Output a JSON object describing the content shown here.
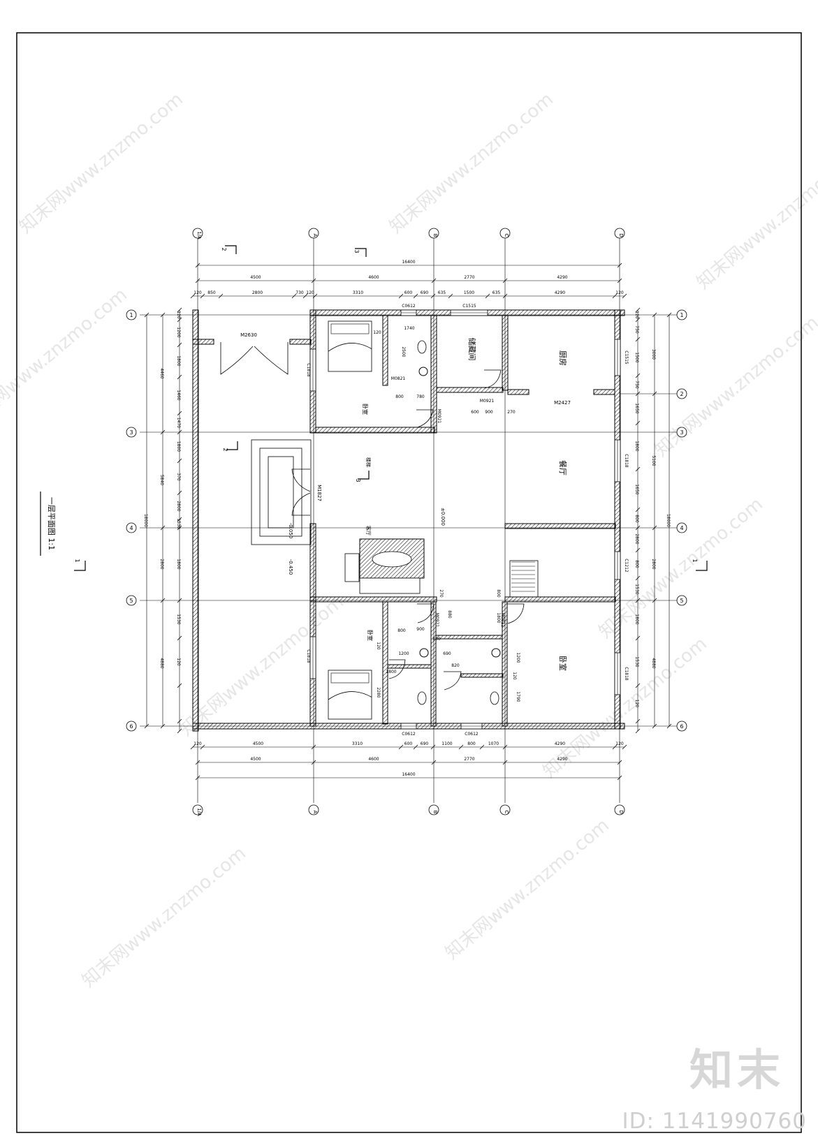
{
  "drawing": {
    "title": "一层平面图 1:1",
    "section_marks": [
      "1",
      "1",
      "2",
      "2",
      "3",
      "3"
    ],
    "axes_top": [
      "1/A",
      "A",
      "B",
      "C",
      "D"
    ],
    "axes_side": [
      "1",
      "3",
      "4",
      "5",
      "6",
      "2"
    ],
    "rooms": {
      "bedroom_top": "卧室",
      "bedroom_bottom": "卧室",
      "storage": "储藏间",
      "kitchen": "厨房",
      "dining": "餐厅",
      "bedroom_right": "卧室",
      "living": "客厅",
      "stair": "楼梯"
    },
    "doors": {
      "m2630": "M2630",
      "m1827": "M1827",
      "m0921_a": "M0921",
      "m0921_b": "M0921",
      "m0921_c": "M0921",
      "m0821_a": "M0821",
      "m0821_b": "M0821",
      "m2427": "M2427"
    },
    "windows": {
      "c0612_top": "C0612",
      "c1515": "C1515",
      "c1818_a": "C1818",
      "c1818_b": "C1818",
      "c1818_c": "C1818",
      "c1515_right": "C1515",
      "c1818_right": "C1818",
      "c1212": "C1212",
      "c0612_bot_a": "C0612",
      "c0612_bot_b": "C0612"
    },
    "levels": {
      "floor": "±0.000",
      "porch": "-0.050",
      "outside": "-0.450"
    },
    "dims_top_total": "16400",
    "dims_top_axes": [
      "4500",
      "4600",
      "2770",
      "4290"
    ],
    "dims_top_detail": [
      "120",
      "850",
      "2800",
      "730",
      "120",
      "3310",
      "600",
      "690",
      "635",
      "1500",
      "635",
      "4290",
      "120"
    ],
    "dims_bottom_detail": [
      "120",
      "4500",
      "3310",
      "600",
      "690",
      "1100",
      "800",
      "1070",
      "4290",
      "120"
    ],
    "dims_bottom_axes": [
      "4500",
      "4600",
      "2770",
      "4290"
    ],
    "dims_bottom_total": "16400",
    "dims_left_total": "18000",
    "dims_left_axes": [
      "4460",
      "5840",
      "2800",
      "4880"
    ],
    "dims_left_detail": [
      "120",
      "1200",
      "1800",
      "1460",
      "1470",
      "1800",
      "370",
      "2800",
      "1530",
      "1800",
      "1530",
      "120"
    ],
    "dims_right_total": "18000",
    "dims_right_axes": [
      "3000",
      "5100",
      "2800",
      "4880"
    ],
    "dims_right_detail": [
      "120",
      "750",
      "1500",
      "750",
      "1650",
      "1800",
      "1650",
      "800",
      "2800",
      "800",
      "1530",
      "1800",
      "1530",
      "120"
    ],
    "inner_dims": [
      "1740",
      "120",
      "2500",
      "800",
      "780",
      "600",
      "900",
      "270",
      "270",
      "800",
      "800",
      "900",
      "690",
      "1200",
      "800",
      "820",
      "1200",
      "120",
      "1790",
      "120",
      "2280",
      "1800",
      "880",
      "1800"
    ]
  },
  "watermark": {
    "brand": "知末",
    "id": "ID: 1141990760",
    "url": "知末网www.znzmo.com"
  }
}
